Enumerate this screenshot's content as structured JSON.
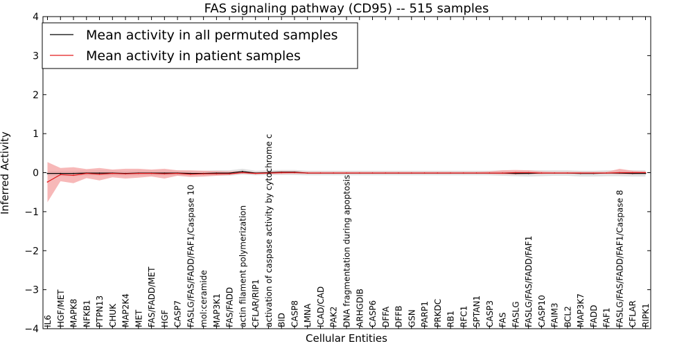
{
  "chart_data": {
    "type": "line",
    "title": "FAS signaling pathway (CD95) -- 515 samples",
    "xlabel": "Cellular Entities",
    "ylabel": "Inferred Activity",
    "ylim": [
      -4,
      4
    ],
    "yticks": [
      "4",
      "3",
      "2",
      "1",
      "0",
      "−1",
      "−2",
      "−3",
      "−4"
    ],
    "grid": false,
    "legend_position": "top-left",
    "categories": [
      "IL6",
      "HGF/MET",
      "MAPK8",
      "NFKB1",
      "PTPN13",
      "CHUK",
      "MAP2K4",
      "MET",
      "FAS/FADD/MET",
      "HGF",
      "CASP7",
      "FASLG/FAS/FADD/FAF1/Caspase 10",
      "mol:ceramide",
      "MAP3K1",
      "FAS/FADD",
      "actin filament polymerization",
      "CFLAR/RIP1",
      "activation of caspase activity by cytochrome c",
      "BID",
      "CASP8",
      "LMNA",
      "ICAD/CAD",
      "PAK2",
      "DNA fragmentation during apoptosis",
      "ARHGDIB",
      "CASP6",
      "DFFA",
      "DFFB",
      "GSN",
      "PARP1",
      "PRKDC",
      "RB1",
      "RFC1",
      "SPTAN1",
      "CASP3",
      "FAS",
      "FASLG",
      "FASLG/FAS/FADD/FAF1",
      "CASP10",
      "FAIM3",
      "BCL2",
      "MAP3K7",
      "FADD",
      "FAF1",
      "FASLG/FAS/FADD/FAF1/Caspase 8",
      "CFLAR",
      "RIPK1"
    ],
    "series": [
      {
        "name": "Mean activity in all permuted samples",
        "color": "#000000",
        "band_color": "#d3d3d3",
        "values": [
          -0.02,
          -0.02,
          -0.02,
          -0.01,
          -0.01,
          -0.01,
          -0.02,
          -0.01,
          -0.01,
          -0.01,
          -0.01,
          -0.02,
          -0.02,
          -0.01,
          -0.01,
          0.03,
          -0.01,
          0.0,
          0.01,
          0.01,
          -0.01,
          -0.01,
          -0.01,
          -0.01,
          -0.01,
          -0.01,
          -0.01,
          -0.01,
          -0.01,
          -0.01,
          -0.01,
          -0.01,
          -0.01,
          -0.01,
          -0.01,
          -0.01,
          -0.02,
          -0.02,
          -0.01,
          -0.01,
          -0.01,
          -0.02,
          -0.02,
          -0.01,
          -0.01,
          -0.02,
          -0.02
        ],
        "lower": [
          -0.08,
          -0.09,
          -0.09,
          -0.08,
          -0.08,
          -0.08,
          -0.09,
          -0.08,
          -0.08,
          -0.08,
          -0.08,
          -0.09,
          -0.09,
          -0.08,
          -0.08,
          -0.05,
          -0.07,
          -0.06,
          -0.06,
          -0.06,
          -0.07,
          -0.07,
          -0.07,
          -0.07,
          -0.07,
          -0.07,
          -0.07,
          -0.07,
          -0.07,
          -0.07,
          -0.07,
          -0.07,
          -0.07,
          -0.07,
          -0.07,
          -0.08,
          -0.09,
          -0.1,
          -0.09,
          -0.08,
          -0.08,
          -0.1,
          -0.1,
          -0.09,
          -0.09,
          -0.1,
          -0.1
        ],
        "upper": [
          0.04,
          0.05,
          0.05,
          0.06,
          0.06,
          0.06,
          0.05,
          0.06,
          0.06,
          0.06,
          0.06,
          0.05,
          0.05,
          0.06,
          0.06,
          0.1,
          0.05,
          0.06,
          0.07,
          0.07,
          0.05,
          0.05,
          0.05,
          0.05,
          0.05,
          0.05,
          0.05,
          0.05,
          0.05,
          0.05,
          0.05,
          0.05,
          0.05,
          0.05,
          0.05,
          0.06,
          0.05,
          0.06,
          0.06,
          0.06,
          0.06,
          0.05,
          0.05,
          0.06,
          0.06,
          0.06,
          0.06
        ]
      },
      {
        "name": "Mean activity in patient samples",
        "color": "#e31a1c",
        "band_color": "#f4a0a0",
        "values": [
          -0.24,
          -0.05,
          -0.07,
          -0.02,
          -0.04,
          -0.02,
          -0.03,
          -0.02,
          -0.02,
          -0.03,
          -0.02,
          -0.04,
          -0.03,
          -0.03,
          -0.03,
          0.0,
          -0.02,
          -0.01,
          0.0,
          0.0,
          -0.01,
          -0.01,
          -0.01,
          -0.01,
          -0.01,
          -0.01,
          -0.01,
          -0.01,
          -0.01,
          -0.01,
          -0.01,
          -0.01,
          -0.01,
          -0.01,
          -0.01,
          -0.01,
          0.0,
          0.0,
          -0.01,
          -0.01,
          -0.01,
          -0.01,
          -0.01,
          -0.01,
          0.0,
          0.0,
          0.0
        ],
        "lower": [
          -0.76,
          -0.22,
          -0.27,
          -0.14,
          -0.2,
          -0.12,
          -0.15,
          -0.13,
          -0.1,
          -0.15,
          -0.08,
          -0.11,
          -0.1,
          -0.08,
          -0.06,
          -0.02,
          -0.04,
          -0.03,
          -0.03,
          -0.02,
          -0.02,
          -0.02,
          -0.02,
          -0.02,
          -0.02,
          -0.02,
          -0.02,
          -0.02,
          -0.02,
          -0.02,
          -0.02,
          -0.02,
          -0.02,
          -0.02,
          -0.03,
          -0.04,
          -0.05,
          -0.03,
          -0.03,
          -0.02,
          -0.02,
          -0.02,
          -0.02,
          -0.02,
          -0.04,
          -0.04,
          -0.02
        ],
        "upper": [
          0.27,
          0.12,
          0.14,
          0.09,
          0.12,
          0.08,
          0.1,
          0.1,
          0.08,
          0.1,
          0.06,
          0.06,
          0.05,
          0.04,
          0.03,
          0.04,
          0.01,
          0.02,
          0.04,
          0.04,
          0.02,
          0.02,
          0.02,
          0.02,
          0.02,
          0.02,
          0.02,
          0.02,
          0.02,
          0.02,
          0.02,
          0.02,
          0.02,
          0.02,
          0.03,
          0.06,
          0.07,
          0.06,
          0.03,
          0.02,
          0.02,
          0.02,
          0.02,
          0.02,
          0.1,
          0.05,
          0.03
        ]
      }
    ]
  }
}
